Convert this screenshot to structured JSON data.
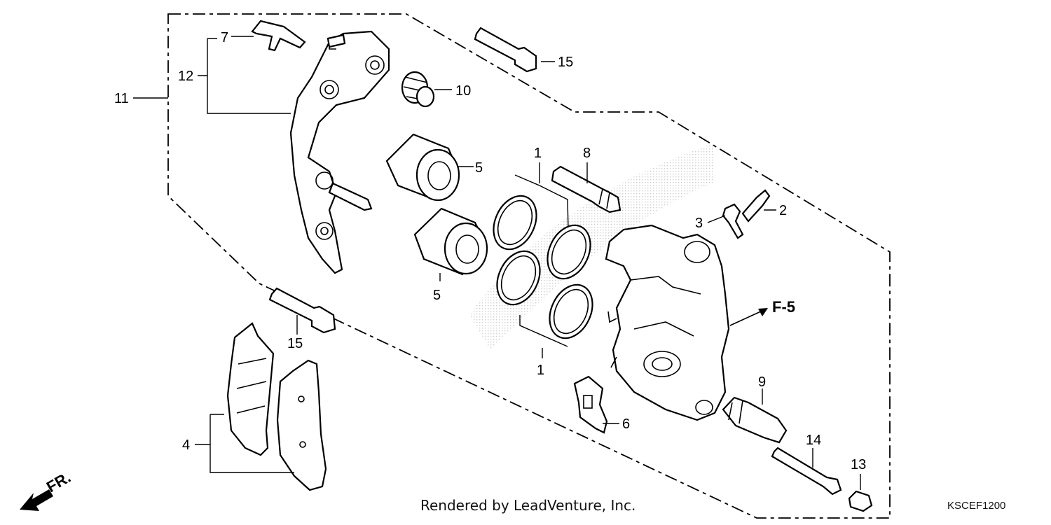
{
  "callouts": {
    "c1a": "1",
    "c1b": "1",
    "c2": "2",
    "c3": "3",
    "c4": "4",
    "c5a": "5",
    "c5b": "5",
    "c6": "6",
    "c7": "7",
    "c8": "8",
    "c9": "9",
    "c10": "10",
    "c11": "11",
    "c12": "12",
    "c13": "13",
    "c14": "14",
    "c15a": "15",
    "c15b": "15"
  },
  "reference": "F-5",
  "direction": "FR.",
  "credit": "Rendered by LeadVenture, Inc.",
  "diagram_code": "KSCEF1200",
  "icons": [
    "front-direction-arrow-icon",
    "reference-arrow-icon"
  ]
}
